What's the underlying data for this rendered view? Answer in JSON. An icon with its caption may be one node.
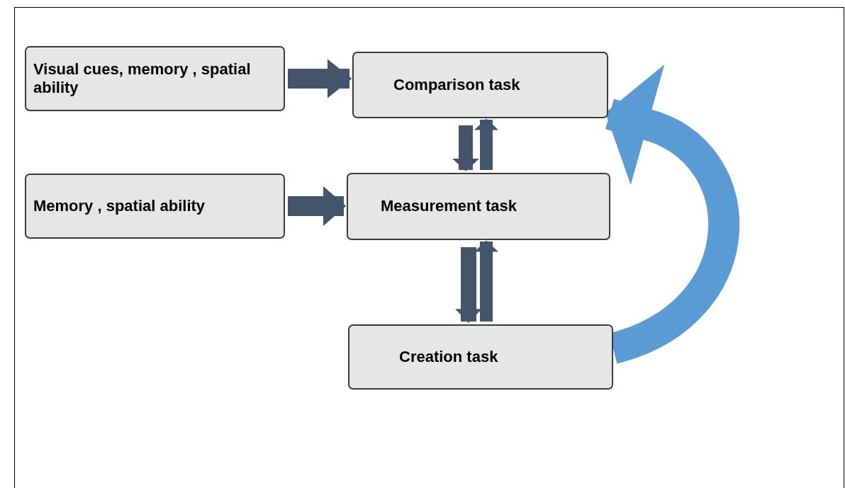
{
  "diagram": {
    "nodes": [
      {
        "text": [
          "Visual cues, memory , spatial ability"
        ]
      },
      {
        "text": [
          "Comparison task"
        ]
      },
      {
        "text": [
          "Memory , spatial ability"
        ]
      },
      {
        "text": [
          "Measurement task"
        ]
      },
      {
        "text": [
          "Creation task"
        ]
      }
    ],
    "edges": [
      {
        "from": 0,
        "to": 1,
        "arrow": "to"
      },
      {
        "from": 2,
        "to": 3,
        "arrow": "to"
      },
      {
        "from": 1,
        "to": 3,
        "arrow": "to"
      },
      {
        "from": 3,
        "to": 1,
        "arrow": "to"
      },
      {
        "from": 3,
        "to": 4,
        "arrow": "to"
      },
      {
        "from": 4,
        "to": 3,
        "arrow": "to"
      },
      {
        "from": 4,
        "to": 1,
        "arrow": "to",
        "style": "thick",
        "color": "#5b9bd5"
      }
    ]
  }
}
